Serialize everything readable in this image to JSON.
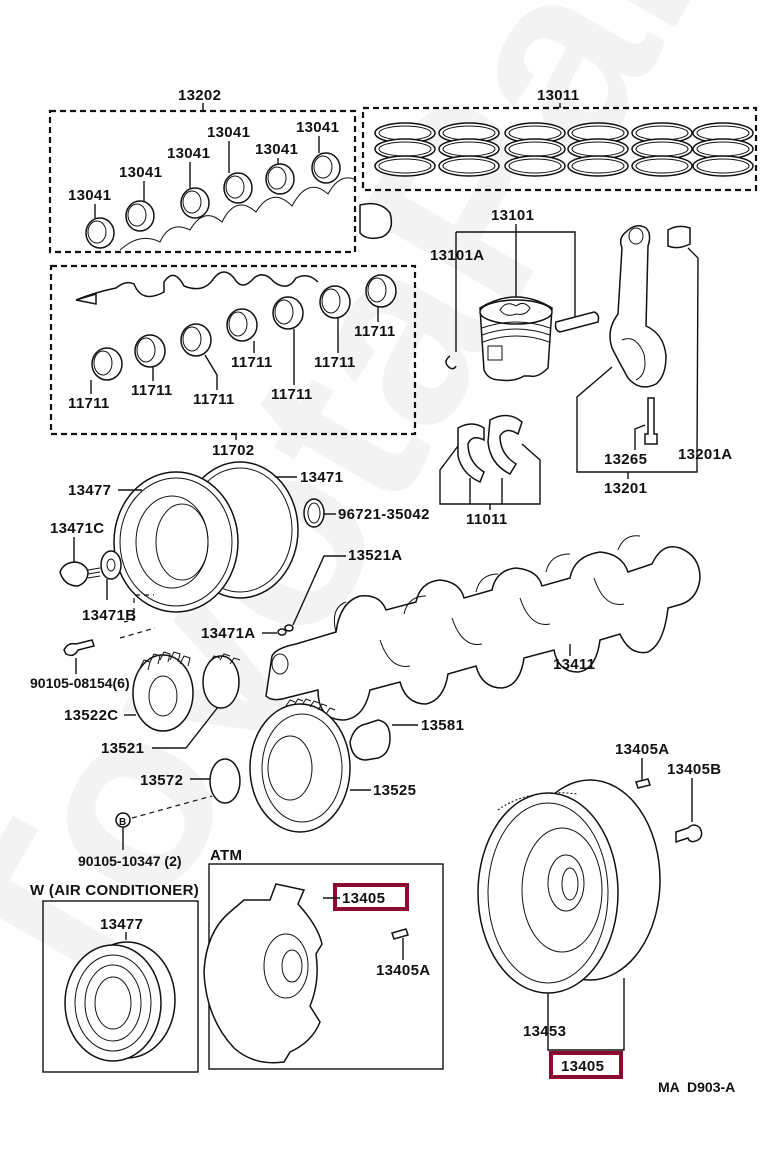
{
  "diagram": {
    "code": "MA  D903-A",
    "watermark": "ToyotaPartsMiner",
    "highlight_color": "#8b0a32",
    "groups": {
      "bearing_set_upper": "13202",
      "piston_ring_set": "13011",
      "bearing_set_lower": "11702",
      "connecting_rod_assy": "13201",
      "piston_assy": "13101"
    },
    "labels": {
      "l13041_1": "13041",
      "l13041_2": "13041",
      "l13041_3": "13041",
      "l13041_4": "13041",
      "l13041_5": "13041",
      "l13041_6": "13041",
      "l11711_1": "11711",
      "l11711_2": "11711",
      "l11711_3": "11711",
      "l11711_4": "11711",
      "l11711_5": "11711",
      "l11711_6": "11711",
      "l11711_7": "11711",
      "l13101A": "13101A",
      "l13265": "13265",
      "l13201A": "13201A",
      "l11011": "11011",
      "l13477": "13477",
      "l13471": "13471",
      "l96721": "96721-35042",
      "l13471C": "13471C",
      "l13521A": "13521A",
      "l13471B": "13471B",
      "l13471A": "13471A",
      "l90105_08154": "90105-08154(6)",
      "l13411": "13411",
      "l13522C": "13522C",
      "l13521": "13521",
      "l13581": "13581",
      "l13572": "13572",
      "l13525": "13525",
      "l_bolt_marker": "B",
      "l90105_10347": "90105-10347 (2)",
      "l13405A_top": "13405A",
      "l13405B": "13405B",
      "l13453": "13453",
      "l13405_flywheel": "13405",
      "l13405_atm": "13405",
      "l13405A_atm": "13405A",
      "l13477_w": "13477"
    },
    "sections": {
      "atm_title": "ATM",
      "w_title": "W (AIR CONDITIONER)"
    }
  }
}
